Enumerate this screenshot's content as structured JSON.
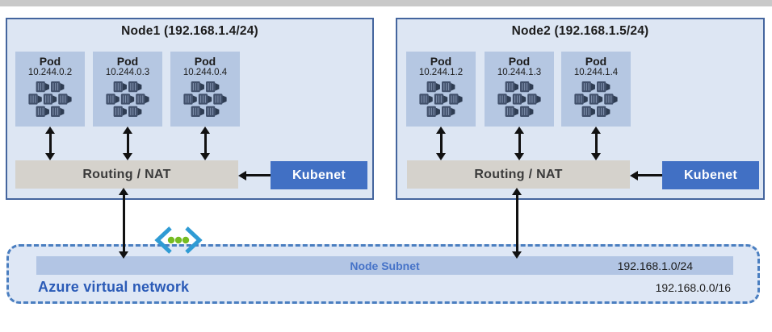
{
  "nodes": [
    {
      "title": "Node1 (192.168.1.4/24)",
      "pods": [
        {
          "label": "Pod",
          "ip": "10.244.0.2"
        },
        {
          "label": "Pod",
          "ip": "10.244.0.3"
        },
        {
          "label": "Pod",
          "ip": "10.244.0.4"
        }
      ],
      "routing_label": "Routing / NAT",
      "kubenet_label": "Kubenet"
    },
    {
      "title": "Node2 (192.168.1.5/24)",
      "pods": [
        {
          "label": "Pod",
          "ip": "10.244.1.2"
        },
        {
          "label": "Pod",
          "ip": "10.244.1.3"
        },
        {
          "label": "Pod",
          "ip": "10.244.1.4"
        }
      ],
      "routing_label": "Routing / NAT",
      "kubenet_label": "Kubenet"
    }
  ],
  "vnet": {
    "label": "Azure virtual network",
    "subnet_label": "Node Subnet",
    "subnet_cidr": "192.168.1.0/24",
    "vnet_cidr": "192.168.0.0/16"
  },
  "icons": {
    "pod_icon": "pod-containers-icon",
    "vnet_icon": "virtual-network-icon"
  },
  "colors": {
    "node_fill": "#dde6f3",
    "node_border": "#44659e",
    "pod_fill": "#b5c7e2",
    "pod_icon_unit": "#41506b",
    "routing_fill": "#d5d2cc",
    "kubenet_fill": "#4170c4",
    "subnet_bar_fill": "#b2c5e4",
    "vnet_fill": "#dee7f5",
    "vnet_border": "#4a7ec0",
    "subnet_text": "#4673c8",
    "vnet_text": "#2b5bb7",
    "arrow": "#111111",
    "vnet_icon_bracket": "#2f9bd4",
    "vnet_icon_dot": "#76bc21"
  }
}
